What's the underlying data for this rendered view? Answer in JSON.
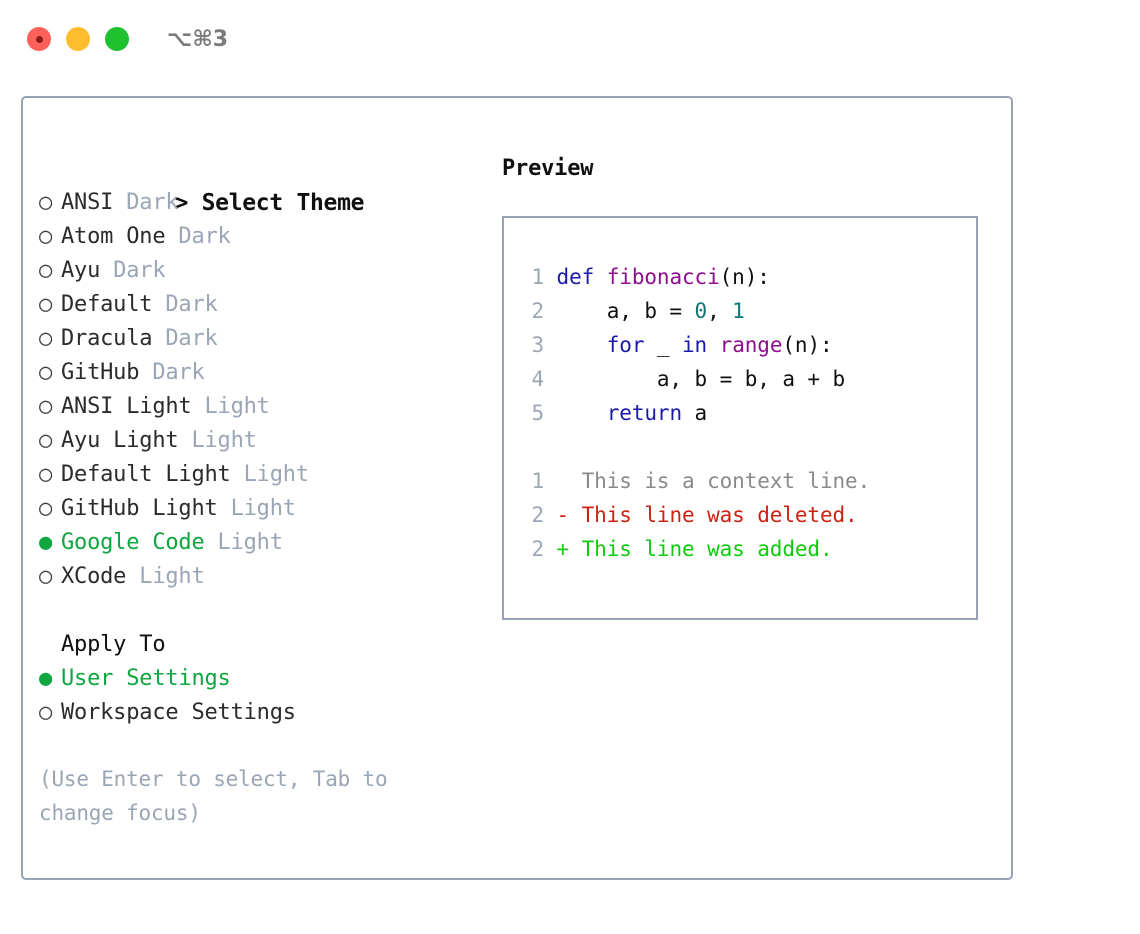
{
  "titlebar": {
    "shortcut": "⌥⌘3",
    "lights": [
      {
        "name": "close",
        "color": "#ff6059"
      },
      {
        "name": "minimize",
        "color": "#ffbd2e"
      },
      {
        "name": "zoom",
        "color": "#1fc22e"
      }
    ]
  },
  "theme_list": {
    "caret": ">",
    "header": "Select Theme",
    "bullet_unselected": "○",
    "bullet_selected": "●",
    "items": [
      {
        "name": "ANSI",
        "kind": "Dark",
        "selected": false
      },
      {
        "name": "Atom One",
        "kind": "Dark",
        "selected": false
      },
      {
        "name": "Ayu",
        "kind": "Dark",
        "selected": false
      },
      {
        "name": "Default",
        "kind": "Dark",
        "selected": false
      },
      {
        "name": "Dracula",
        "kind": "Dark",
        "selected": false
      },
      {
        "name": "GitHub",
        "kind": "Dark",
        "selected": false
      },
      {
        "name": "ANSI Light",
        "kind": "Light",
        "selected": false
      },
      {
        "name": "Ayu Light",
        "kind": "Light",
        "selected": false
      },
      {
        "name": "Default Light",
        "kind": "Light",
        "selected": false
      },
      {
        "name": "GitHub Light",
        "kind": "Light",
        "selected": false
      },
      {
        "name": "Google Code",
        "kind": "Light",
        "selected": true
      },
      {
        "name": "XCode",
        "kind": "Light",
        "selected": false
      }
    ]
  },
  "apply_to": {
    "title": "Apply To",
    "items": [
      {
        "name": "User Settings",
        "selected": true
      },
      {
        "name": "Workspace Settings",
        "selected": false
      }
    ]
  },
  "hint": "(Use Enter to select, Tab to change focus)",
  "preview": {
    "title": "Preview",
    "code_lines": [
      {
        "num": "1",
        "tokens": [
          {
            "t": "def",
            "c": "kw"
          },
          {
            "t": " ",
            "c": "pl"
          },
          {
            "t": "fibonacci",
            "c": "fn"
          },
          {
            "t": "(n):",
            "c": "pl"
          }
        ]
      },
      {
        "num": "2",
        "tokens": [
          {
            "t": "    a, b = ",
            "c": "pl"
          },
          {
            "t": "0",
            "c": "num"
          },
          {
            "t": ", ",
            "c": "pl"
          },
          {
            "t": "1",
            "c": "num"
          }
        ]
      },
      {
        "num": "3",
        "tokens": [
          {
            "t": "    ",
            "c": "pl"
          },
          {
            "t": "for",
            "c": "kw"
          },
          {
            "t": " _ ",
            "c": "pl"
          },
          {
            "t": "in",
            "c": "kw"
          },
          {
            "t": " ",
            "c": "pl"
          },
          {
            "t": "range",
            "c": "fn"
          },
          {
            "t": "(n):",
            "c": "pl"
          }
        ]
      },
      {
        "num": "4",
        "tokens": [
          {
            "t": "        a, b = b, a + b",
            "c": "pl"
          }
        ]
      },
      {
        "num": "5",
        "tokens": [
          {
            "t": "    ",
            "c": "pl"
          },
          {
            "t": "return",
            "c": "kw"
          },
          {
            "t": " a",
            "c": "pl"
          }
        ]
      }
    ],
    "diff_lines": [
      {
        "num": "1",
        "marker": "  ",
        "text": "This is a context line.",
        "c": "ctx"
      },
      {
        "num": "2",
        "marker": "- ",
        "text": "This line was deleted.",
        "c": "del"
      },
      {
        "num": "2",
        "marker": "+ ",
        "text": "This line was added.",
        "c": "add"
      }
    ]
  },
  "colors": {
    "border": "#98a3b3",
    "accent_green": "#0fa63f",
    "muted": "#9aa5b5",
    "keyword": "#1a1aaa",
    "function": "#8f0e8f",
    "number": "#0d7878",
    "diff_add": "#0ccc0c",
    "diff_del": "#cc2211",
    "diff_ctx": "#8a8a8a"
  }
}
